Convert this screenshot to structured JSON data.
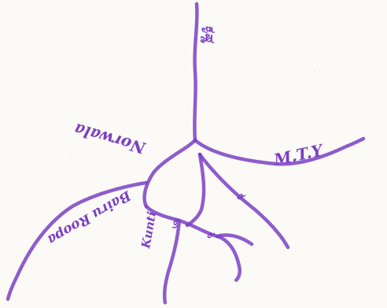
{
  "colors": {
    "ink": "#7a3fc4",
    "paper": "#fbfaf6",
    "paper_speck": "#e9e6dc"
  },
  "diagram": {
    "description_kind": "hand-drawn branching river sketch in violet ink",
    "labels": {
      "top": "ಕೃಷ್ಣ",
      "upper_left": "Norwala",
      "left_long": "Bairu Roopa",
      "lower_left": "Kunti",
      "right": "M.T.Y",
      "lower_right": "ಕ",
      "bottom": "ಕ್ರ"
    }
  }
}
